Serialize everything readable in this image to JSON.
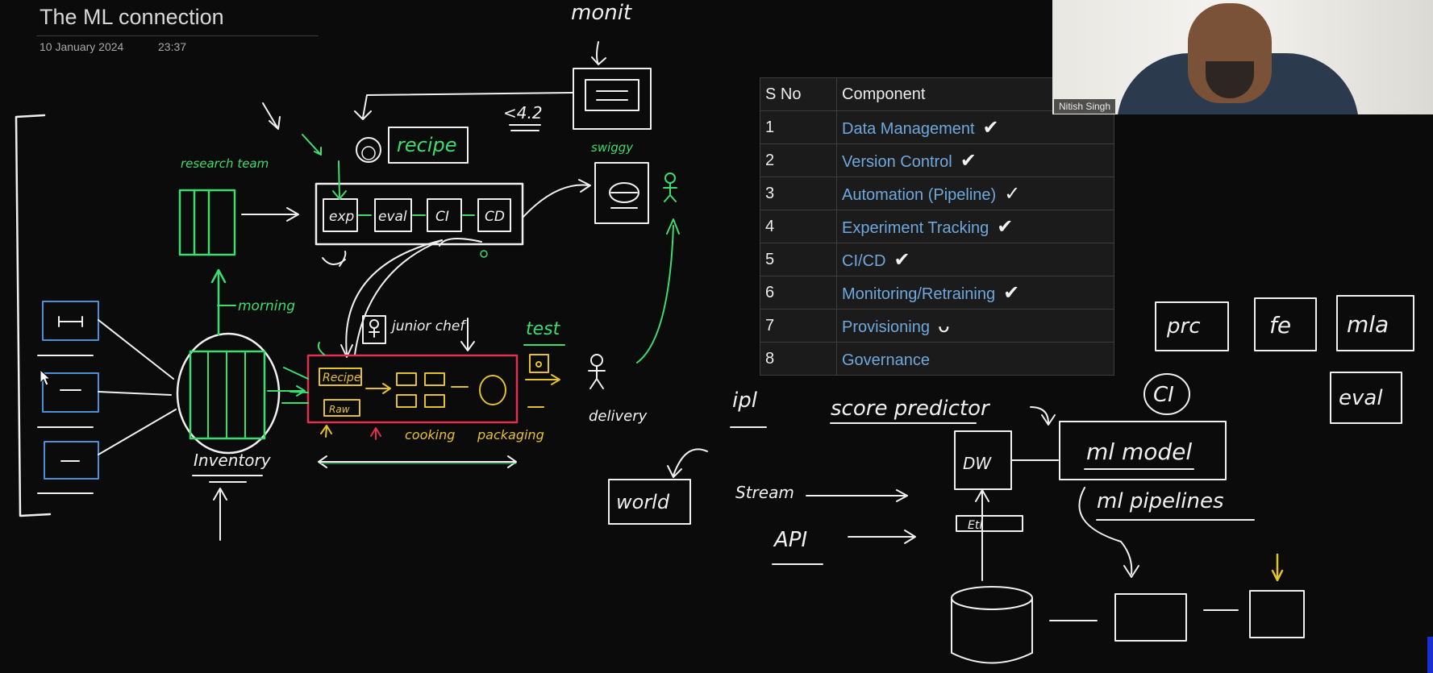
{
  "page": {
    "title": "The ML connection",
    "date": "10 January 2024",
    "time": "23:37"
  },
  "table": {
    "headers": [
      "S No",
      "Component"
    ],
    "rows": [
      {
        "sno": "1",
        "component": "Data Management",
        "tick": "✔"
      },
      {
        "sno": "2",
        "component": "Version Control",
        "tick": "✔"
      },
      {
        "sno": "3",
        "component": "Automation (Pipeline)",
        "tick": "✓"
      },
      {
        "sno": "4",
        "component": "Experiment Tracking",
        "tick": "✔"
      },
      {
        "sno": "5",
        "component": "CI/CD",
        "tick": "✔"
      },
      {
        "sno": "6",
        "component": "Monitoring/Retraining",
        "tick": "✔"
      },
      {
        "sno": "7",
        "component": "Provisioning",
        "tick": "ᴗ"
      },
      {
        "sno": "8",
        "component": "Governance",
        "tick": ""
      }
    ]
  },
  "webcam": {
    "name": "Nitish Singh"
  },
  "handwriting": {
    "monitor": "monit",
    "code": "<4.2",
    "recipe": "recipe",
    "swiggy": "swiggy",
    "research_team": "research team",
    "exp": "exp",
    "eval": "eval",
    "ci": "CI",
    "cd": "CD",
    "morning": "morning",
    "junior_chef": "junior chef",
    "test": "test",
    "recipe_small": "Recipe",
    "raw": "Raw",
    "cooking": "cooking",
    "packaging": "packaging",
    "delivery": "delivery",
    "inventory": "Inventory",
    "ipl": "ipl",
    "score_predictor": "score predictor",
    "world": "world",
    "stream": "Stream",
    "api": "API",
    "dw": "DW",
    "etl": "Etl",
    "ml_model": "ml model",
    "ml_pipelines": "ml pipelines",
    "prc": "prc",
    "fe": "fe",
    "mla": "mla",
    "ci_right": "CI",
    "eval_right": "eval"
  },
  "colors": {
    "green": "#3ddc6e",
    "yellow": "#e6c229",
    "red": "#e0304e",
    "blue": "#4a8fd8",
    "white": "#f0f0f0"
  }
}
